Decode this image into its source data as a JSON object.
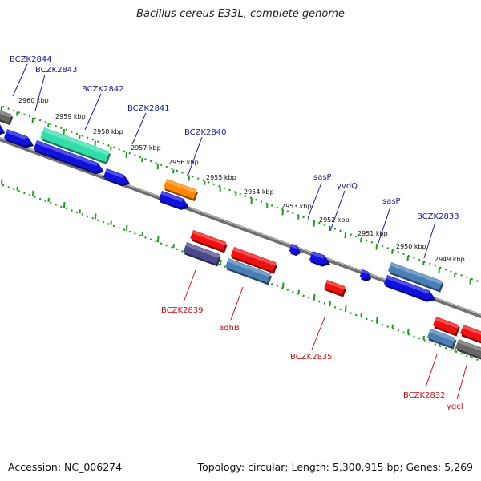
{
  "title": "Bacillus cereus E33L, complete genome",
  "footer": {
    "accession": "Accession: NC_006274",
    "summary": "Topology: circular; Length: 5,300,915 bp; Genes: 5,269"
  },
  "colors": {
    "label_top": "#1a1a9a",
    "label_bottom": "#cc1111",
    "backbone": "#7a7a7a",
    "ruler": "#229922",
    "feature_blue": "#1111dd",
    "feature_red": "#ee1111",
    "feature_green": "#33ddaa",
    "feature_orange": "#ff8800",
    "feature_gray": "#666666",
    "feature_steelblue": "#4a7fb5",
    "feature_slate": "#4a4a8a"
  },
  "ruler_ticks": [
    "2960 kbp",
    "2959 kbp",
    "2958 kbp",
    "2957 kbp",
    "2956 kbp",
    "2955 kbp",
    "2954 kbp",
    "2953 kbp",
    "2952 kbp",
    "2951 kbp",
    "2950 kbp",
    "2949 kbp"
  ],
  "genes_top": [
    "BCZK2844",
    "BCZK2843",
    "BCZK2842",
    "BCZK2841",
    "BCZK2840",
    "sasP",
    "yvdQ",
    "sasP",
    "BCZK2833"
  ],
  "genes_bottom": [
    "BCZK2839",
    "adhB",
    "BCZK2835",
    "BCZK2832",
    "yqcI"
  ]
}
